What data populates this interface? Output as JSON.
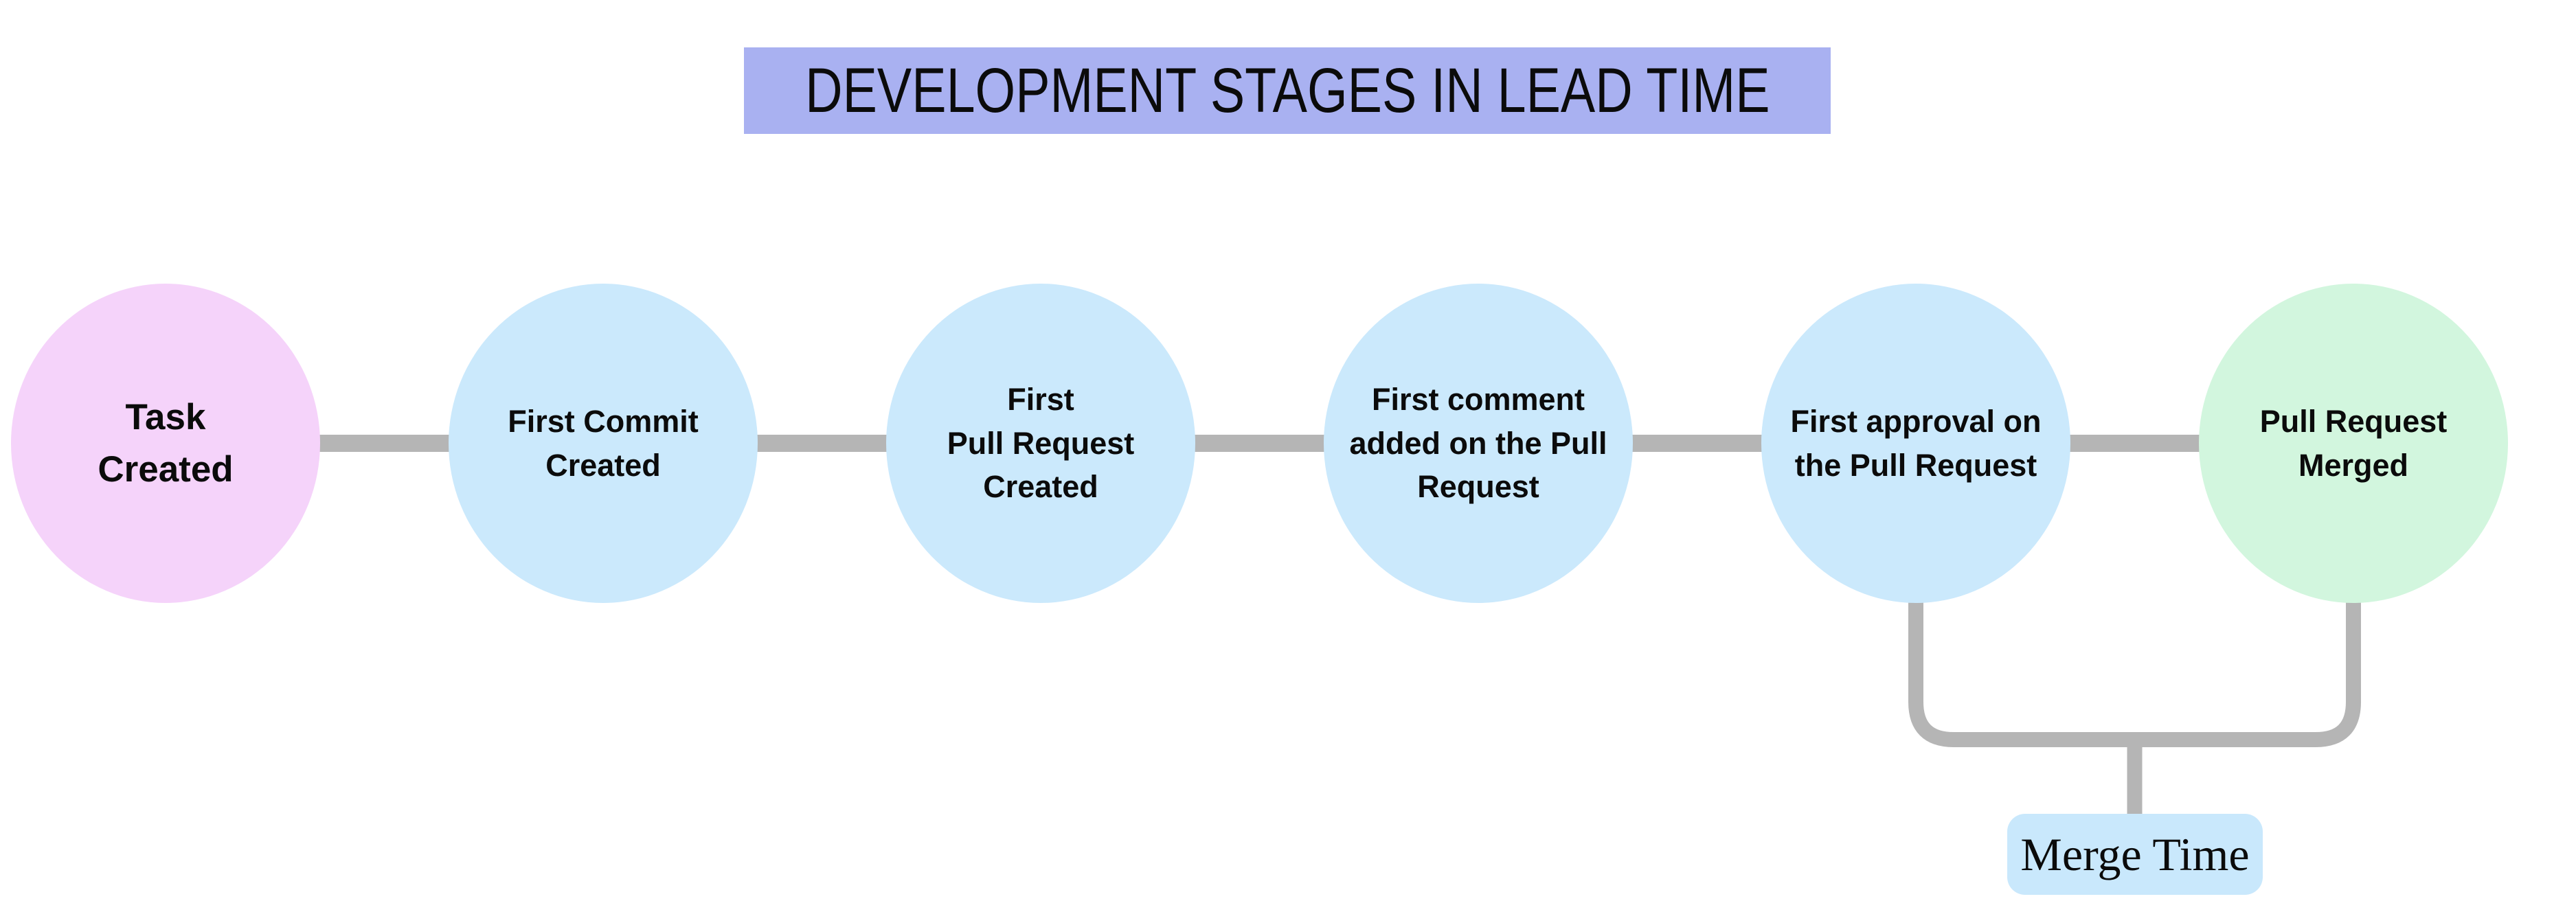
{
  "title": {
    "text": "DEVELOPMENT STAGES IN LEAD TIME",
    "bg_color": "#a9b1f1"
  },
  "stages": [
    {
      "id": "task-created",
      "label": "Task\nCreated",
      "color": "#f5d3fa"
    },
    {
      "id": "first-commit-created",
      "label": "First Commit\nCreated",
      "color": "#cbe9fc"
    },
    {
      "id": "first-pull-request-created",
      "label": "First\nPull Request\nCreated",
      "color": "#cbe9fc"
    },
    {
      "id": "first-comment-added",
      "label": "First comment\nadded on the Pull\nRequest",
      "color": "#cbe9fc"
    },
    {
      "id": "first-approval",
      "label": "First approval on\nthe Pull Request",
      "color": "#cbe9fc"
    },
    {
      "id": "pull-request-merged",
      "label": "Pull Request\nMerged",
      "color": "#d2f6de"
    }
  ],
  "annotation": {
    "label": "Merge Time",
    "bg_color": "#c9e8fc",
    "spans_from": "First approval on the Pull Request",
    "spans_to": "Pull Request Merged"
  },
  "colors": {
    "connector": "#b5b5b5",
    "text": "#0b0b0b",
    "background": "#ffffff"
  }
}
